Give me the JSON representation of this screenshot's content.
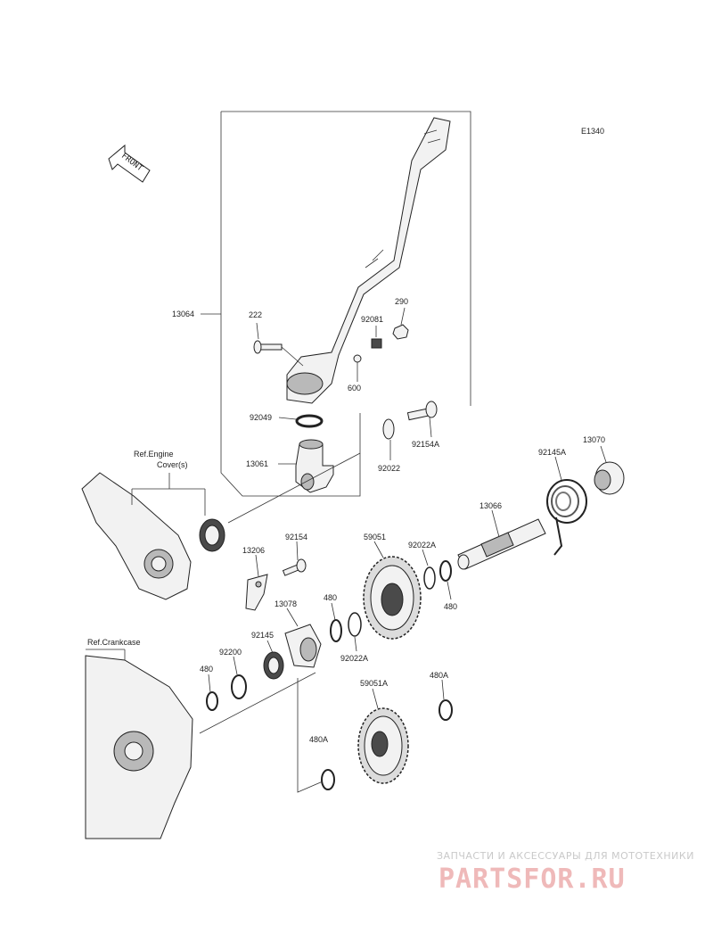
{
  "diagram_code": "E1340",
  "front_label": "FRONT",
  "labels": {
    "p13064": "13064",
    "p222": "222",
    "p92081": "92081",
    "p290": "290",
    "p600": "600",
    "p92049": "92049",
    "p13061": "13061",
    "p92022": "92022",
    "p92154A": "92154A",
    "p92145A": "92145A",
    "p13070": "13070",
    "p13066": "13066",
    "p92154": "92154",
    "p13206": "13206",
    "p59051": "59051",
    "p92022A_top": "92022A",
    "p480_right": "480",
    "p480_mid": "480",
    "p13078": "13078",
    "p92145": "92145",
    "p92022A_bot": "92022A",
    "p92200": "92200",
    "p480_left": "480",
    "p59051A": "59051A",
    "p480A_right": "480A",
    "p480A_bot": "480A"
  },
  "refs": {
    "engine_cover_line1": "Ref.Engine",
    "engine_cover_line2": "Cover(s)",
    "crankcase": "Ref.Crankcase"
  },
  "watermark": {
    "top_line": "ЗАПЧАСТИ И АКСЕССУАРЫ ДЛЯ МОТОТЕХНИКИ",
    "site": "PARTSFOR.RU"
  }
}
